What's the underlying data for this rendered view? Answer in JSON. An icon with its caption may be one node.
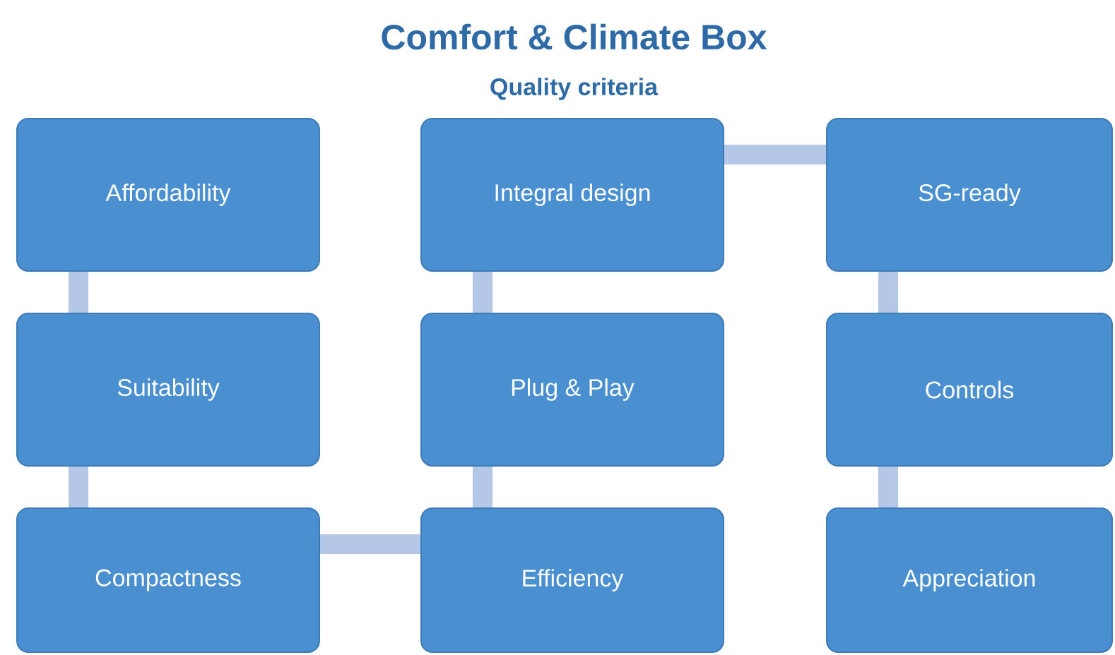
{
  "diagram": {
    "title": "Comfort & Climate Box",
    "nodes": [
      {
        "text": [
          "Affordability"
        ]
      },
      {
        "text": [
          "Integral design"
        ]
      },
      {
        "text": [
          "SG-ready"
        ]
      },
      {
        "text": [
          "Suitability"
        ]
      },
      {
        "text": [
          "Plug & Play"
        ]
      },
      {
        "text": [
          "Controls"
        ]
      },
      {
        "text": [
          "Compactness"
        ]
      },
      {
        "text": [
          "Efficiency"
        ]
      },
      {
        "text": [
          "Appreciation"
        ]
      }
    ],
    "edges": [
      {
        "from": 0,
        "to": 3,
        "arrow": "none"
      },
      {
        "from": 3,
        "to": 6,
        "arrow": "none"
      },
      {
        "from": 6,
        "to": 7,
        "arrow": "none"
      },
      {
        "from": 7,
        "to": 4,
        "arrow": "none"
      },
      {
        "from": 4,
        "to": 1,
        "arrow": "none"
      },
      {
        "from": 1,
        "to": 2,
        "arrow": "none"
      },
      {
        "from": 2,
        "to": 5,
        "arrow": "none"
      },
      {
        "from": 5,
        "to": 8,
        "arrow": "none"
      }
    ],
    "labels": [
      "Quality criteria"
    ]
  }
}
